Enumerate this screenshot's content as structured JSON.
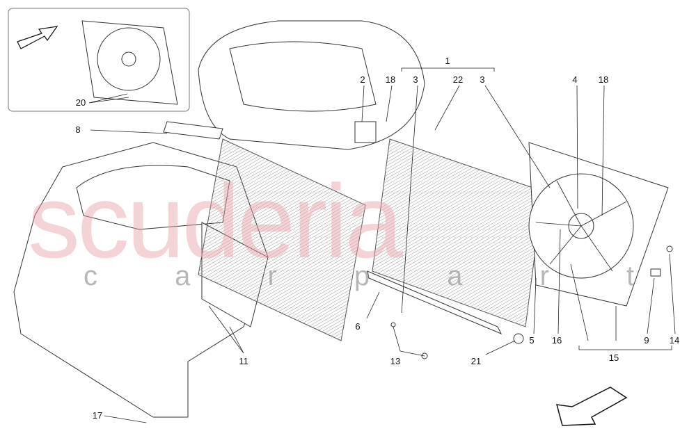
{
  "diagram": {
    "watermark": {
      "main": "scuderia",
      "sub": "c a r p a r t s",
      "color": "#e8a0a6"
    },
    "callouts": [
      "1",
      "2",
      "3",
      "18",
      "22",
      "3",
      "4",
      "18",
      "8",
      "20",
      "6",
      "5",
      "16",
      "9",
      "14",
      "15",
      "11",
      "13",
      "21",
      "17"
    ],
    "icons": {
      "inset_arrow": "arrow-up-right-icon",
      "direction_arrow": "arrow-down-left-icon"
    }
  }
}
